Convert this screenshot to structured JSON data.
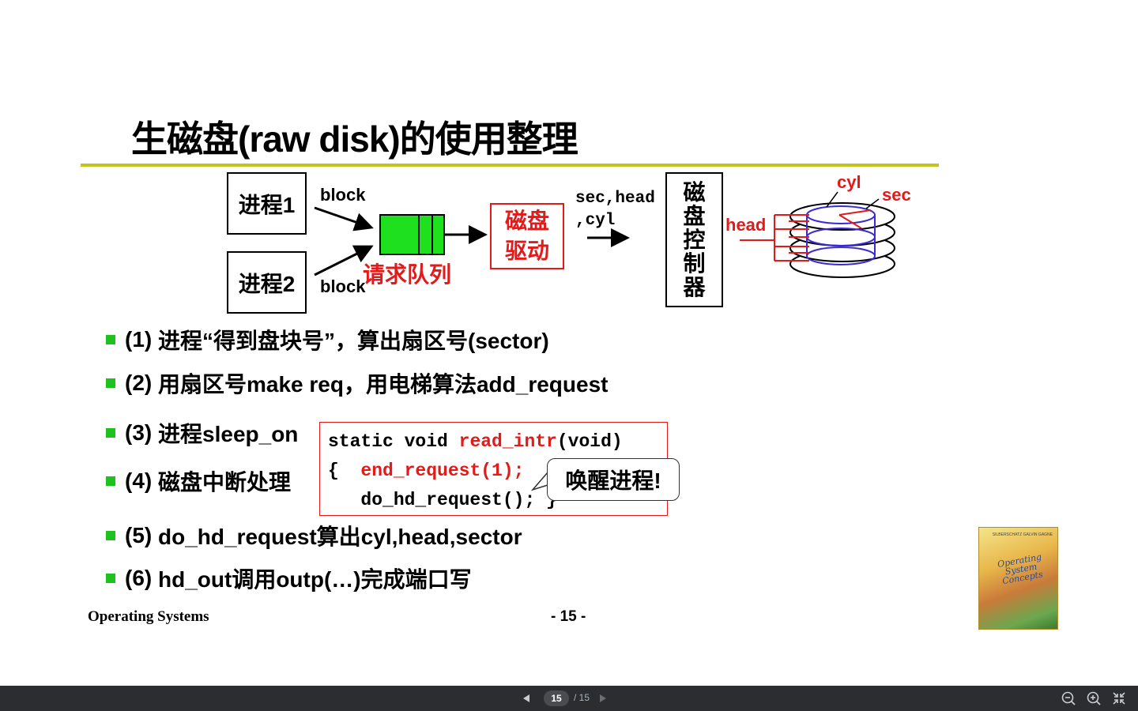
{
  "slide": {
    "title": "生磁盘(raw disk)的使用整理",
    "diagram": {
      "process1": "进程1",
      "process2": "进程2",
      "block_top": "block",
      "block_bottom": "block",
      "queue_label": "请求队列",
      "driver_line1": "磁盘",
      "driver_line2": "驱动",
      "params_line1": "sec,head",
      "params_line2": ",cyl",
      "controller_chars": [
        "磁",
        "盘",
        "控",
        "制",
        "器"
      ],
      "disk_cyl": "cyl",
      "disk_sec": "sec",
      "disk_head": "head"
    },
    "bullets": [
      {
        "num": "(1)",
        "text": "进程“得到盘块号”，算出扇区号(sector)"
      },
      {
        "num": "(2)",
        "text": "用扇区号make req，用电梯算法add_request"
      },
      {
        "num": "(3)",
        "text": "进程sleep_on"
      },
      {
        "num": "(4)",
        "text": "磁盘中断处理"
      },
      {
        "num": "(5)",
        "text": "do_hd_request算出cyl,head,sector"
      },
      {
        "num": "(6)",
        "text": "hd_out调用outp(…)完成端口写"
      }
    ],
    "code": {
      "l1_a": "static void ",
      "l1_fn": "read_intr",
      "l1_b": "(void)",
      "l2_a": "{  ",
      "l2_call": "end_request(1);",
      "l3": "   do_hd_request(); }"
    },
    "callout": "唤醒进程!",
    "footer_left": "Operating Systems",
    "footer_center": "- 15 -",
    "book_title": "Operating System Concepts",
    "book_authors": "SILBERSCHATZ GALVIN GAGNE"
  },
  "toolbar": {
    "current_page": "15",
    "total_pages": "/ 15",
    "icons": [
      "prev-page-icon",
      "next-page-icon",
      "zoom-out-icon",
      "zoom-in-icon",
      "exit-fullscreen-icon"
    ]
  },
  "colors": {
    "accent_rule": "#c2c41a",
    "red": "#e31a1a",
    "queue_green": "#1ee01e",
    "bullet_green": "#1ec21e",
    "disk_blue": "#3a2ad6",
    "toolbar_bg": "#2b2d31"
  }
}
